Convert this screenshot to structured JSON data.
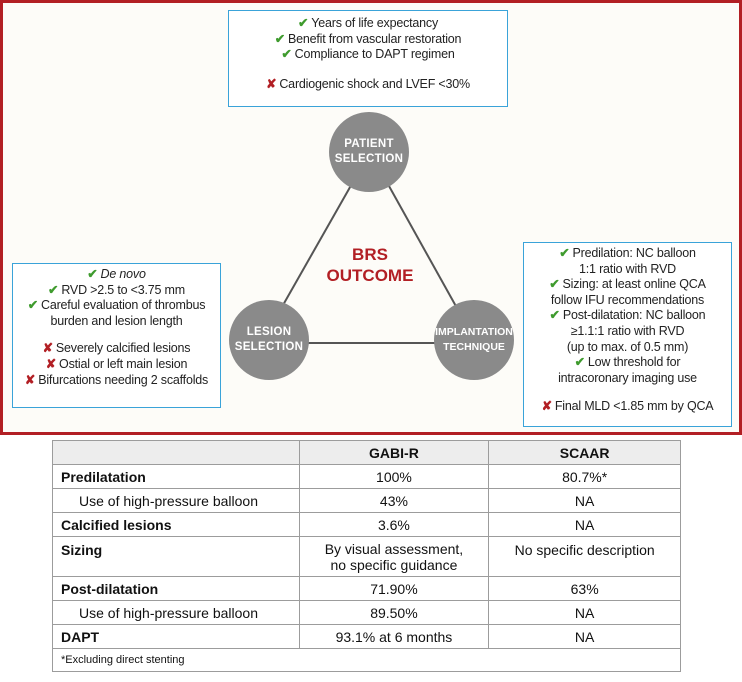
{
  "diagram": {
    "center": {
      "line1": "BRS",
      "line2": "OUTCOME"
    },
    "nodes": {
      "patient": {
        "line1": "PATIENT",
        "line2": "SELECTION"
      },
      "lesion": {
        "line1": "LESION",
        "line2": "SELECTION"
      },
      "implantation": {
        "line1": "IMPLANTATION",
        "line2": "TECHNIQUE"
      }
    },
    "patient_box": {
      "pros": [
        "Years of life expectancy",
        "Benefit from vascular restoration",
        "Compliance to DAPT regimen"
      ],
      "cons": [
        "Cardiogenic shock and LVEF <30%"
      ]
    },
    "lesion_box": {
      "pros": [
        "De novo",
        "RVD >2.5 to <3.75 mm",
        "Careful evaluation of thrombus",
        "burden and lesion length"
      ],
      "cons": [
        "Severely calcified lesions",
        "Ostial or left main lesion",
        "Bifurcations needing 2 scaffolds"
      ]
    },
    "technique_box": {
      "pros": [
        "Predilation: NC balloon",
        "1:1 ratio with RVD",
        "Sizing: at least online QCA",
        "follow IFU recommendations",
        "Post-dilatation: NC balloon",
        "≥1.1:1 ratio with RVD",
        "(up to max. of 0.5 mm)",
        "Low threshold for",
        "intracoronary imaging use"
      ],
      "cons": [
        "Final MLD <1.85 mm by QCA"
      ]
    },
    "icons": {
      "check": "✔",
      "cross": "✘"
    },
    "colors": {
      "frame": "#b21f24",
      "box_border": "#3aa3d9",
      "check": "#3f9b2e",
      "cross": "#b21f24",
      "node": "#8a8a8a"
    }
  },
  "table": {
    "headers": [
      "",
      "GABI-R",
      "SCAAR"
    ],
    "rows": [
      [
        "Predilatation",
        "100%",
        "80.7%*"
      ],
      [
        "Use of high-pressure balloon",
        "43%",
        "NA"
      ],
      [
        "Calcified lesions",
        "3.6%",
        "NA"
      ],
      [
        "Sizing",
        "By visual assessment,",
        "No specific description"
      ],
      [
        "",
        "no specific guidance",
        ""
      ],
      [
        "Post-dilatation",
        "71.90%",
        "63%"
      ],
      [
        "Use of high-pressure balloon",
        "89.50%",
        "NA"
      ],
      [
        "DAPT",
        "93.1% at 6 months",
        "NA"
      ]
    ],
    "footnote": "*Excluding direct stenting"
  }
}
